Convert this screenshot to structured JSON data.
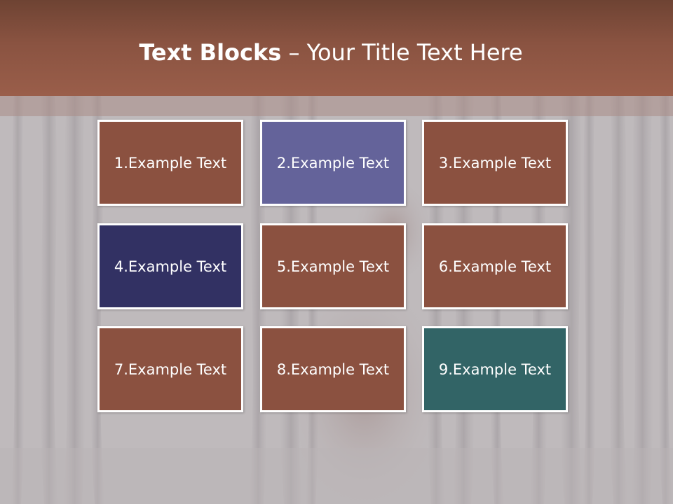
{
  "slide": {
    "title_bold": "Text Blocks",
    "title_dash": " – ",
    "title_rest": "Your Title Text Here",
    "blocks": [
      {
        "label": "1.Example Text",
        "color": "#8b5140"
      },
      {
        "label": "2.Example Text",
        "color": "#64639a"
      },
      {
        "label": "3.Example Text",
        "color": "#8b5140"
      },
      {
        "label": "4.Example Text",
        "color": "#323163"
      },
      {
        "label": "5.Example Text",
        "color": "#8b5140"
      },
      {
        "label": "6.Example Text",
        "color": "#8b5140"
      },
      {
        "label": "7.Example Text",
        "color": "#8b5140"
      },
      {
        "label": "8.Example Text",
        "color": "#8b5140"
      },
      {
        "label": "9.Example Text",
        "color": "#326466"
      }
    ]
  },
  "colors": {
    "title_band": "#8a5341",
    "background": "#bdb8ba"
  }
}
